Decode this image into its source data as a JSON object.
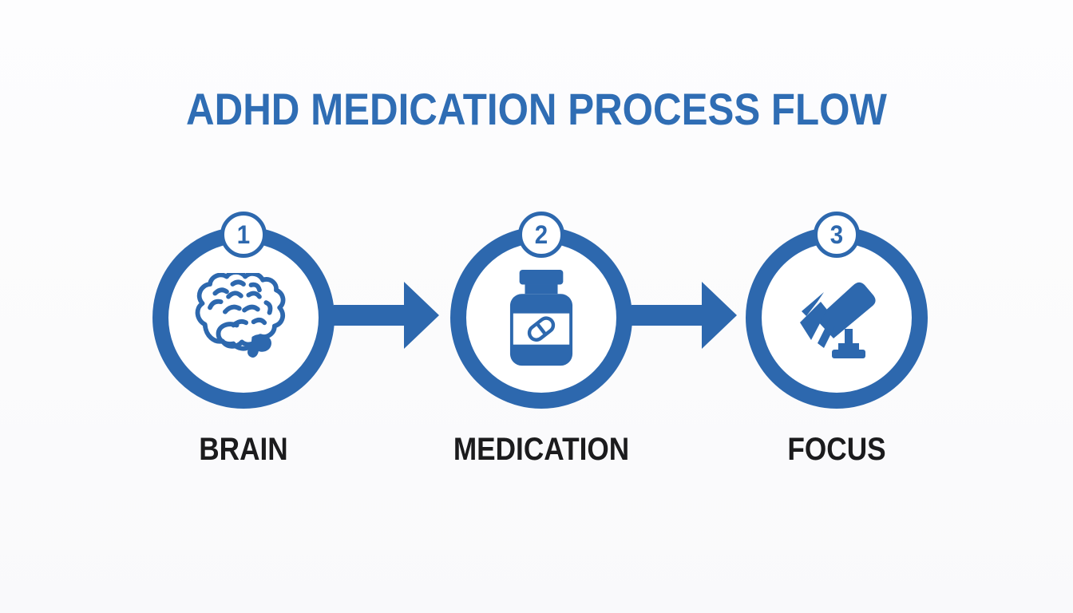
{
  "title": {
    "text": "ADHD MEDICATION PROCESS FLOW"
  },
  "theme": {
    "accent_blue": "#2d68ae",
    "title_blue": "#2f6db4",
    "label_black": "#1b1b1d",
    "background": "#fbfbfc"
  },
  "steps": [
    {
      "number": "1",
      "label": "BRAIN",
      "icon": "brain-icon"
    },
    {
      "number": "2",
      "label": "MEDICATION",
      "icon": "pill-bottle-icon"
    },
    {
      "number": "3",
      "label": "FOCUS",
      "icon": "spotlight-icon"
    }
  ],
  "arrows": [
    {
      "name": "arrow-step1-to-step2",
      "direction": "right"
    },
    {
      "name": "arrow-step2-to-step3",
      "direction": "right"
    }
  ]
}
